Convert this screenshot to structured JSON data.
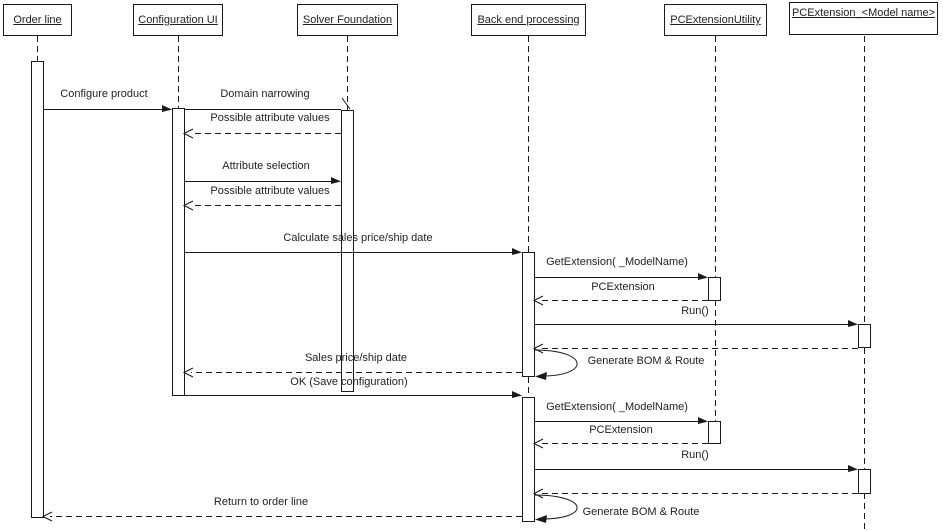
{
  "diagram": {
    "kind": "uml-sequence-diagram",
    "colors": {
      "line": "#1a1a1a",
      "background": "#ffffff",
      "text": "#1f1f1f"
    },
    "lifelines": [
      {
        "name": "Order line"
      },
      {
        "name": "Configuration UI"
      },
      {
        "name": "Solver Foundation"
      },
      {
        "name": "Back end processing"
      },
      {
        "name": "PCExtensionUtility"
      },
      {
        "name": "PCExtension_<Model name>"
      }
    ],
    "messages": [
      {
        "label": "Configure product",
        "from": "Order line",
        "to": "Configuration UI",
        "style": "solid"
      },
      {
        "label": "Domain narrowing",
        "from": "Configuration UI",
        "to": "Solver Foundation",
        "style": "solid-open"
      },
      {
        "label": "Possible attribute values",
        "from": "Solver Foundation",
        "to": "Configuration UI",
        "style": "dashed-return"
      },
      {
        "label": "Attribute selection",
        "from": "Configuration UI",
        "to": "Solver Foundation",
        "style": "solid"
      },
      {
        "label": "Possible attribute values",
        "from": "Solver Foundation",
        "to": "Configuration UI",
        "style": "dashed-return"
      },
      {
        "label": "Calculate sales price/ship date",
        "from": "Configuration UI",
        "to": "Back end processing",
        "style": "solid"
      },
      {
        "label": "GetExtension( _ModelName)",
        "from": "Back end processing",
        "to": "PCExtensionUtility",
        "style": "solid"
      },
      {
        "label": "PCExtension",
        "from": "PCExtensionUtility",
        "to": "Back end processing",
        "style": "dashed-return"
      },
      {
        "label": "Run()",
        "from": "Back end processing",
        "to": "PCExtension_<Model name>",
        "style": "solid"
      },
      {
        "label": "",
        "from": "PCExtension_<Model name>",
        "to": "Back end processing",
        "style": "dashed-return"
      },
      {
        "label": "Generate BOM & Route",
        "from": "Back end processing",
        "to": "Back end processing",
        "style": "self-loop"
      },
      {
        "label": "Sales price/ship date",
        "from": "Back end processing",
        "to": "Configuration UI",
        "style": "dashed-return"
      },
      {
        "label": "OK (Save configuration)",
        "from": "Configuration UI",
        "to": "Back end processing",
        "style": "solid"
      },
      {
        "label": "GetExtension( _ModelName)",
        "from": "Back end processing",
        "to": "PCExtensionUtility",
        "style": "solid"
      },
      {
        "label": "PCExtension",
        "from": "PCExtensionUtility",
        "to": "Back end processing",
        "style": "dashed-return"
      },
      {
        "label": "Run()",
        "from": "Back end processing",
        "to": "PCExtension_<Model name>",
        "style": "solid"
      },
      {
        "label": "",
        "from": "PCExtension_<Model name>",
        "to": "Back end processing",
        "style": "dashed-return"
      },
      {
        "label": "Return to order line",
        "from": "Back end processing",
        "to": "Order line",
        "style": "dashed-return"
      },
      {
        "label": "Generate BOM & Route",
        "from": "Back end processing",
        "to": "Back end processing",
        "style": "self-loop"
      }
    ]
  }
}
